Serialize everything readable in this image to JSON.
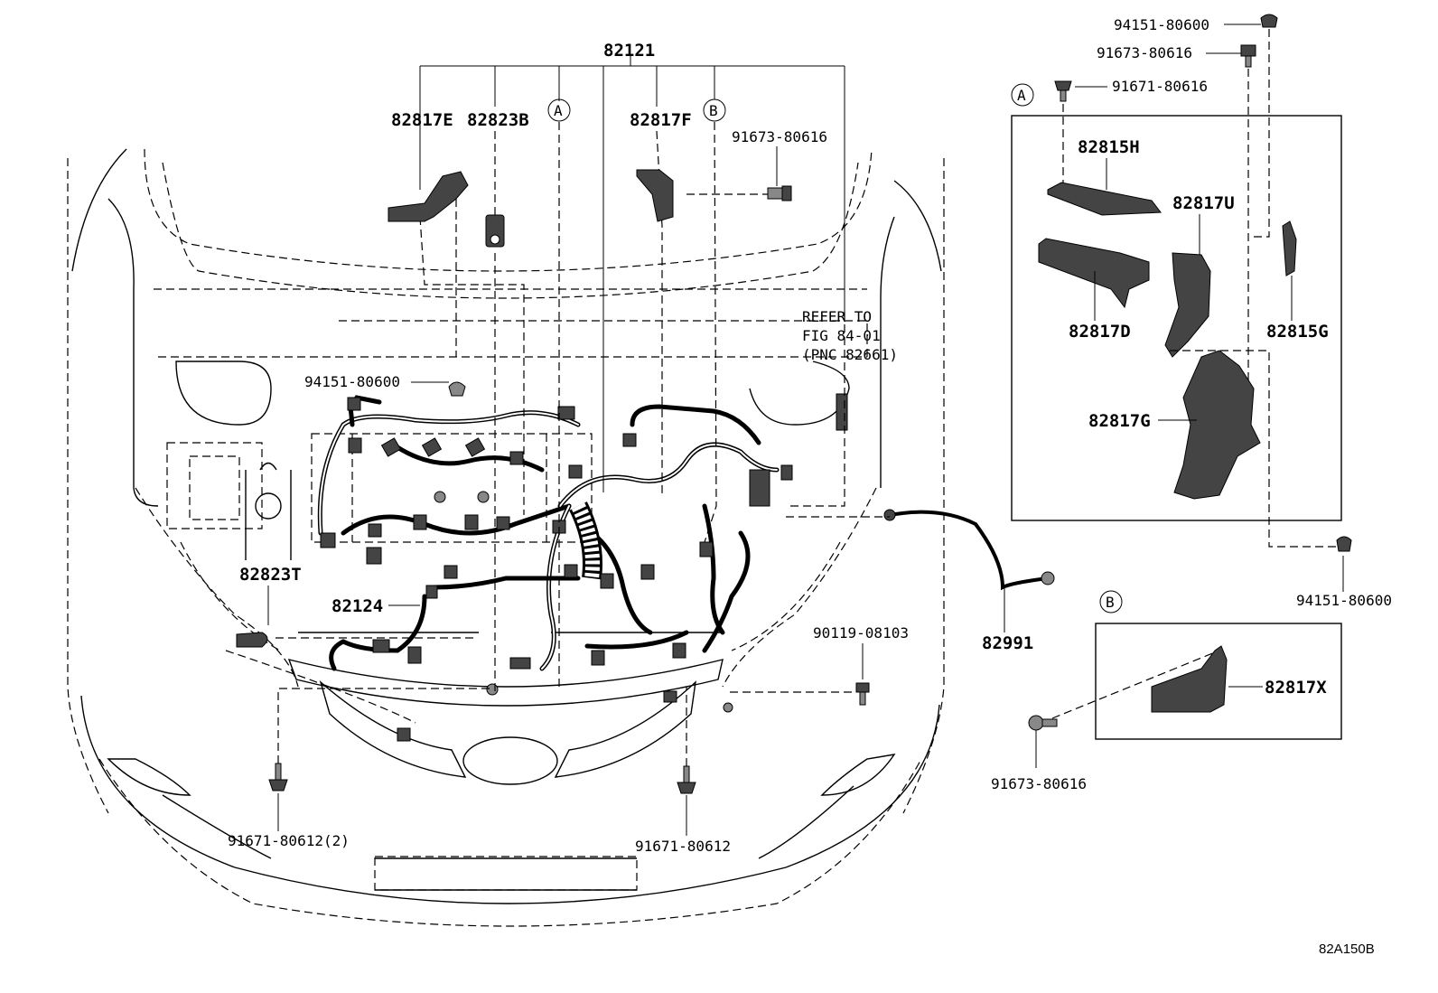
{
  "diagram": {
    "drawing_id": "82A150B",
    "main_assembly": "82121",
    "refer_note": [
      "REFER TO",
      "FIG 84-01",
      "(PNC 82661)"
    ],
    "callouts": {
      "a": "A",
      "b": "B"
    },
    "main_parts": {
      "p82817E": "82817E",
      "p82823B": "82823B",
      "p82817F": "82817F",
      "p82823T": "82823T",
      "p82124": "82124",
      "p82991": "82991"
    },
    "fasteners": {
      "f1": "91673-80616",
      "f2": "94151-80600",
      "f3": "90119-08103",
      "f4": "91671-80612(2)",
      "f5": "91671-80612"
    },
    "detail_a": {
      "label": "A",
      "parts": {
        "h": "82815H",
        "u": "82817U",
        "d": "82817D",
        "g": "82815G",
        "gg": "82817G"
      },
      "fasteners": {
        "top1": "94151-80600",
        "top2": "91673-80616",
        "top3": "91671-80616",
        "bottom": "94151-80600"
      }
    },
    "detail_b": {
      "label": "B",
      "part": "82817X",
      "fastener": "91673-80616"
    }
  }
}
